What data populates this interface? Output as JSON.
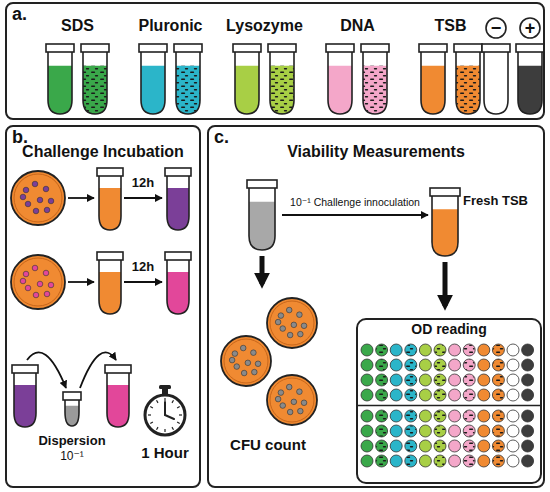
{
  "diagram": {
    "nodes": [
      {
        "text": [
          "a."
        ]
      },
      {
        "text": [
          "−"
        ],
        "in": 0
      },
      {
        "text": [
          "+"
        ],
        "in": 0
      },
      {
        "text": [
          "b.",
          "Challenge Incubation"
        ]
      },
      {
        "text": [
          "c.",
          "Viability Measurements"
        ]
      },
      {
        "text": [
          "OD reading"
        ],
        "in": 4
      }
    ],
    "labels": [
      "SDS",
      "Pluronic",
      "Lysozyme",
      "DNA",
      "TSB",
      "12h",
      "12h",
      "Dispersion",
      "10⁻¹",
      "1 Hour",
      "10⁻¹ Challenge innoculation",
      "Fresh TSB",
      "CFU count"
    ]
  }
}
